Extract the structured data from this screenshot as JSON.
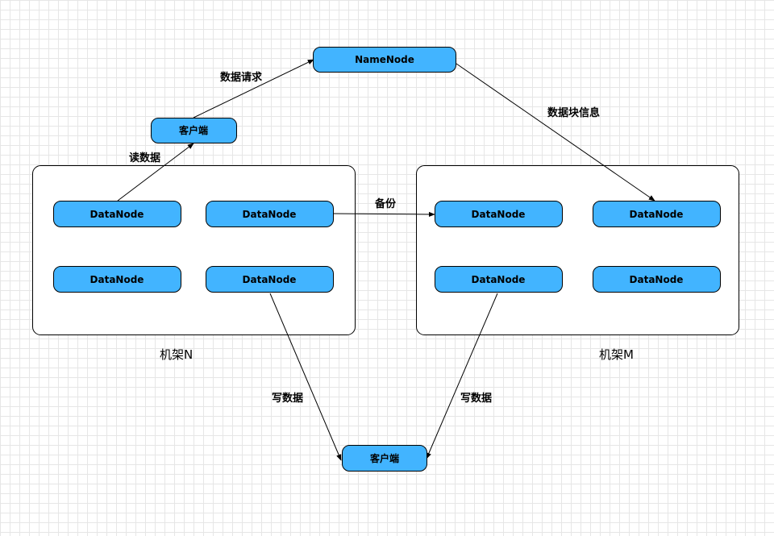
{
  "colors": {
    "node_fill": "#42b4ff",
    "border": "#000000",
    "grid": "#e6e6e6"
  },
  "nodes": {
    "namenode": "NameNode",
    "client_top": "客户端",
    "client_bottom": "客户端",
    "rack_n": {
      "dn1": "DataNode",
      "dn2": "DataNode",
      "dn3": "DataNode",
      "dn4": "DataNode"
    },
    "rack_m": {
      "dn1": "DataNode",
      "dn2": "DataNode",
      "dn3": "DataNode",
      "dn4": "DataNode"
    }
  },
  "racks": {
    "n_label": "机架N",
    "m_label": "机架M"
  },
  "edges": {
    "data_request": "数据请求",
    "block_info": "数据块信息",
    "read_data": "读数据",
    "backup": "备份",
    "write_data_n": "写数据",
    "write_data_m": "写数据"
  }
}
